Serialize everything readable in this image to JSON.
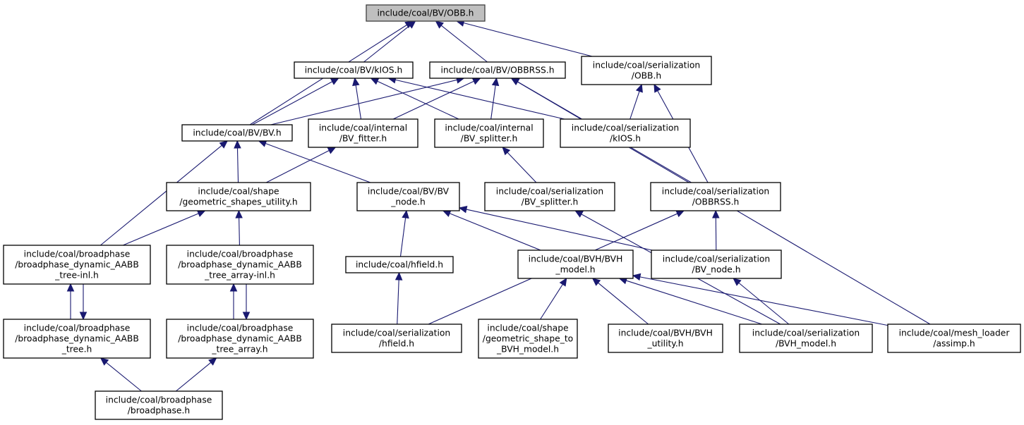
{
  "graph": {
    "type": "include-dependency-graph",
    "colors": {
      "edge": "#191970",
      "root_fill": "#bfbfbf",
      "node_border": "#000000"
    },
    "nodes": [
      {
        "id": "obb",
        "lines": [
          "include/coal/BV/OBB.h"
        ],
        "root": true
      },
      {
        "id": "kios",
        "lines": [
          "include/coal/BV/kIOS.h"
        ]
      },
      {
        "id": "obbrss",
        "lines": [
          "include/coal/BV/OBBRSS.h"
        ]
      },
      {
        "id": "ser_obb",
        "lines": [
          "include/coal/serialization",
          "/OBB.h"
        ]
      },
      {
        "id": "bv",
        "lines": [
          "include/coal/BV/BV.h"
        ]
      },
      {
        "id": "bv_fitter",
        "lines": [
          "include/coal/internal",
          "/BV_fitter.h"
        ]
      },
      {
        "id": "bv_splitter",
        "lines": [
          "include/coal/internal",
          "/BV_splitter.h"
        ]
      },
      {
        "id": "ser_kios",
        "lines": [
          "include/coal/serialization",
          "/kIOS.h"
        ]
      },
      {
        "id": "geom_util",
        "lines": [
          "include/coal/shape",
          "/geometric_shapes_utility.h"
        ]
      },
      {
        "id": "bv_node",
        "lines": [
          "include/coal/BV/BV",
          "_node.h"
        ]
      },
      {
        "id": "ser_bv_splitter",
        "lines": [
          "include/coal/serialization",
          "/BV_splitter.h"
        ]
      },
      {
        "id": "ser_obbrss",
        "lines": [
          "include/coal/serialization",
          "/OBBRSS.h"
        ]
      },
      {
        "id": "tree_inl",
        "lines": [
          "include/coal/broadphase",
          "/broadphase_dynamic_AABB",
          "_tree-inl.h"
        ]
      },
      {
        "id": "tree_array_inl",
        "lines": [
          "include/coal/broadphase",
          "/broadphase_dynamic_AABB",
          "_tree_array-inl.h"
        ]
      },
      {
        "id": "hfield",
        "lines": [
          "include/coal/hfield.h"
        ]
      },
      {
        "id": "bvh_model",
        "lines": [
          "include/coal/BVH/BVH",
          "_model.h"
        ]
      },
      {
        "id": "ser_bv_node",
        "lines": [
          "include/coal/serialization",
          "/BV_node.h"
        ]
      },
      {
        "id": "tree",
        "lines": [
          "include/coal/broadphase",
          "/broadphase_dynamic_AABB",
          "_tree.h"
        ]
      },
      {
        "id": "tree_array",
        "lines": [
          "include/coal/broadphase",
          "/broadphase_dynamic_AABB",
          "_tree_array.h"
        ]
      },
      {
        "id": "ser_hfield",
        "lines": [
          "include/coal/serialization",
          "/hfield.h"
        ]
      },
      {
        "id": "geom_to_bvh",
        "lines": [
          "include/coal/shape",
          "/geometric_shape_to",
          "_BVH_model.h"
        ]
      },
      {
        "id": "bvh_utility",
        "lines": [
          "include/coal/BVH/BVH",
          "_utility.h"
        ]
      },
      {
        "id": "ser_bvh_model",
        "lines": [
          "include/coal/serialization",
          "/BVH_model.h"
        ]
      },
      {
        "id": "assimp",
        "lines": [
          "include/coal/mesh_loader",
          "/assimp.h"
        ]
      },
      {
        "id": "broadphase",
        "lines": [
          "include/coal/broadphase",
          "/broadphase.h"
        ]
      }
    ],
    "edges": [
      {
        "from": "bv",
        "to": "obb"
      },
      {
        "from": "kios",
        "to": "obb"
      },
      {
        "from": "obbrss",
        "to": "obb"
      },
      {
        "from": "ser_obb",
        "to": "obb"
      },
      {
        "from": "bv",
        "to": "kios"
      },
      {
        "from": "bv_fitter",
        "to": "kios"
      },
      {
        "from": "bv_splitter",
        "to": "kios"
      },
      {
        "from": "ser_kios",
        "to": "kios"
      },
      {
        "from": "bv",
        "to": "obbrss"
      },
      {
        "from": "bv_fitter",
        "to": "obbrss"
      },
      {
        "from": "bv_splitter",
        "to": "obbrss"
      },
      {
        "from": "ser_obbrss",
        "to": "obbrss"
      },
      {
        "from": "assimp",
        "to": "obbrss"
      },
      {
        "from": "ser_kios",
        "to": "ser_obb"
      },
      {
        "from": "ser_obbrss",
        "to": "ser_obb"
      },
      {
        "from": "geom_util",
        "to": "bv"
      },
      {
        "from": "bv_node",
        "to": "bv"
      },
      {
        "from": "tree_inl",
        "to": "bv"
      },
      {
        "from": "geom_util",
        "to": "bv_fitter"
      },
      {
        "from": "ser_bv_splitter",
        "to": "bv_splitter"
      },
      {
        "from": "tree_inl",
        "to": "geom_util"
      },
      {
        "from": "tree_array_inl",
        "to": "geom_util"
      },
      {
        "from": "hfield",
        "to": "bv_node"
      },
      {
        "from": "bvh_model",
        "to": "bv_node"
      },
      {
        "from": "ser_bv_node",
        "to": "bv_node"
      },
      {
        "from": "ser_bvh_model",
        "to": "ser_bv_splitter"
      },
      {
        "from": "ser_hfield",
        "to": "ser_obbrss"
      },
      {
        "from": "ser_bv_node",
        "to": "ser_obbrss"
      },
      {
        "from": "tree",
        "to": "tree_inl"
      },
      {
        "from": "tree_inl",
        "to": "tree"
      },
      {
        "from": "tree_array",
        "to": "tree_array_inl"
      },
      {
        "from": "tree_array_inl",
        "to": "tree_array"
      },
      {
        "from": "ser_hfield",
        "to": "hfield"
      },
      {
        "from": "geom_to_bvh",
        "to": "bvh_model"
      },
      {
        "from": "bvh_utility",
        "to": "bvh_model"
      },
      {
        "from": "ser_bvh_model",
        "to": "bvh_model"
      },
      {
        "from": "assimp",
        "to": "bvh_model"
      },
      {
        "from": "ser_bvh_model",
        "to": "ser_bv_node"
      },
      {
        "from": "broadphase",
        "to": "tree"
      },
      {
        "from": "broadphase",
        "to": "tree_array"
      }
    ]
  }
}
